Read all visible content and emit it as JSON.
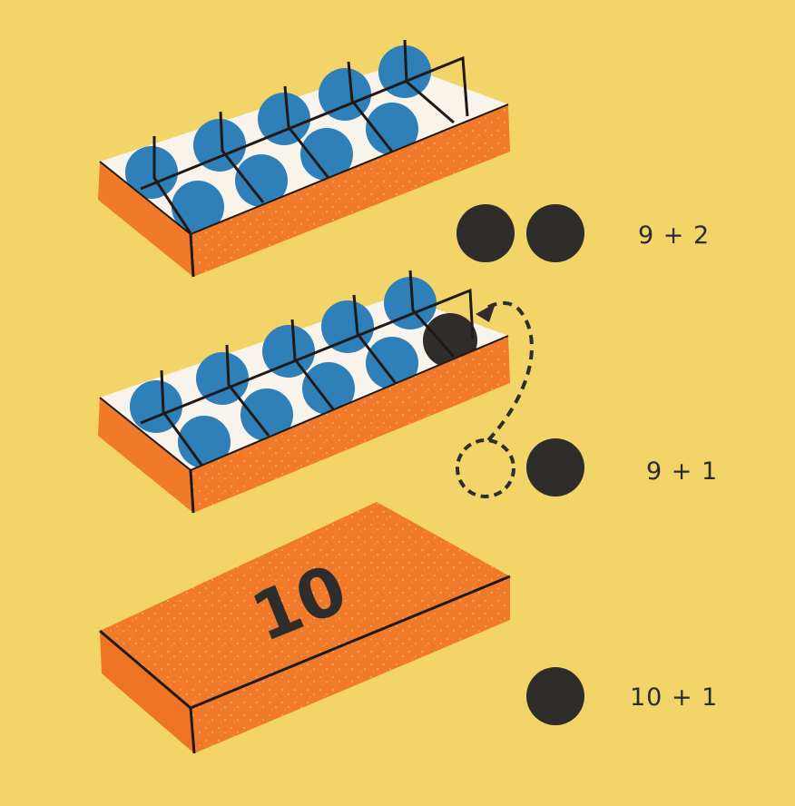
{
  "equations": [
    "9 + 2",
    "9 + 1",
    "10 + 1"
  ],
  "closed_box_label": "10",
  "colors": {
    "background": "#f3d468",
    "box_orange": "#f07a2a",
    "box_edge": "#1f1a17",
    "tray_floor": "#f8f4ec",
    "blue_counter": "#2f7fb9",
    "dark_counter": "#2f2d2b"
  },
  "boxes": [
    {
      "compartments": 10,
      "blue_counters": 9,
      "dark_counters_inside": 0,
      "loose_dark_counters": 2
    },
    {
      "compartments": 10,
      "blue_counters": 9,
      "dark_counters_inside": 1,
      "loose_dark_counters": 1,
      "moved_counter_arrow": true
    },
    {
      "closed": true,
      "loose_dark_counters": 1
    }
  ]
}
